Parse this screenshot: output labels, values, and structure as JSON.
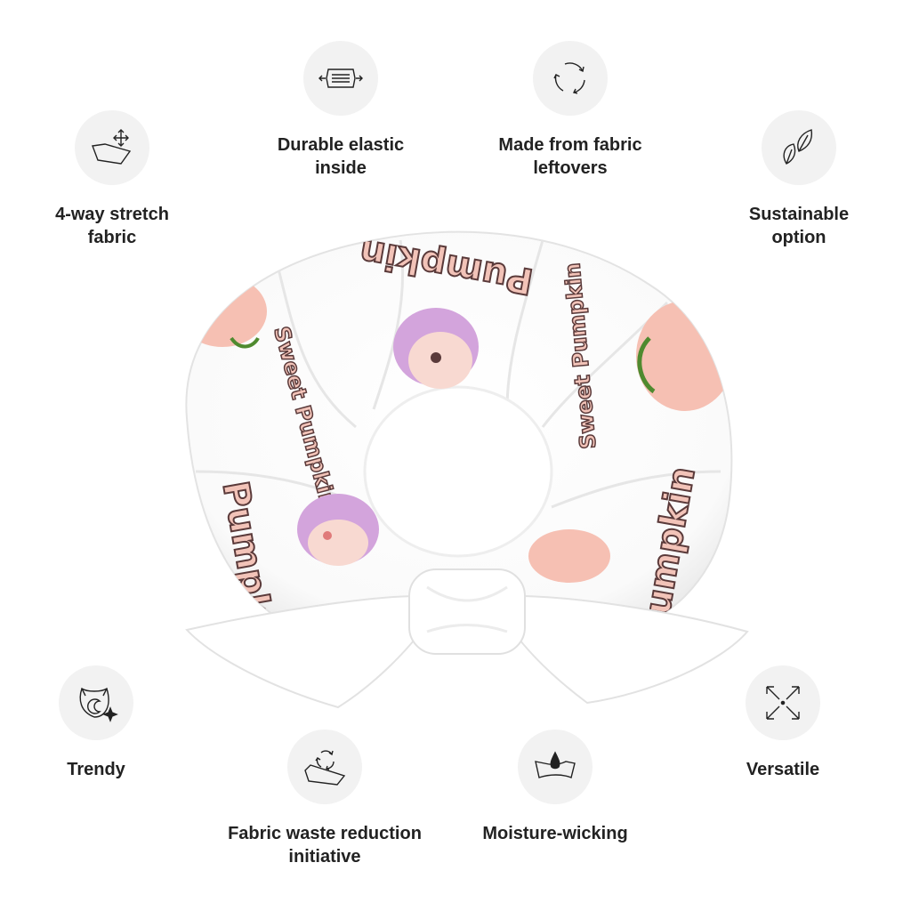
{
  "features": [
    {
      "id": "stretch",
      "icon": "stretch-fabric-icon",
      "label": "4-way stretch\nfabric"
    },
    {
      "id": "elastic",
      "icon": "elastic-icon",
      "label": "Durable elastic\ninside"
    },
    {
      "id": "leftovers",
      "icon": "recycle-icon",
      "label": "Made from fabric\nleftovers"
    },
    {
      "id": "sustain",
      "icon": "leaves-icon",
      "label": "Sustainable\noption"
    },
    {
      "id": "trendy",
      "icon": "cat-moon-sparkle-icon",
      "label": "Trendy"
    },
    {
      "id": "waste",
      "icon": "fabric-recycle-icon",
      "label": "Fabric waste reduction\ninitiative"
    },
    {
      "id": "moisture",
      "icon": "water-drop-fabric-icon",
      "label": "Moisture-wicking"
    },
    {
      "id": "versatile",
      "icon": "expand-arrows-icon",
      "label": "Versatile"
    }
  ],
  "product": {
    "name": "scrunchie-with-bow",
    "pattern_text": [
      "Pumpkin",
      "Sweet Pumpkin"
    ],
    "colors": {
      "fabric": "#ffffff",
      "pattern_pink": "#f2c3b8",
      "pattern_purple": "#c99bd6",
      "shadow": "#e6e6e6"
    }
  }
}
